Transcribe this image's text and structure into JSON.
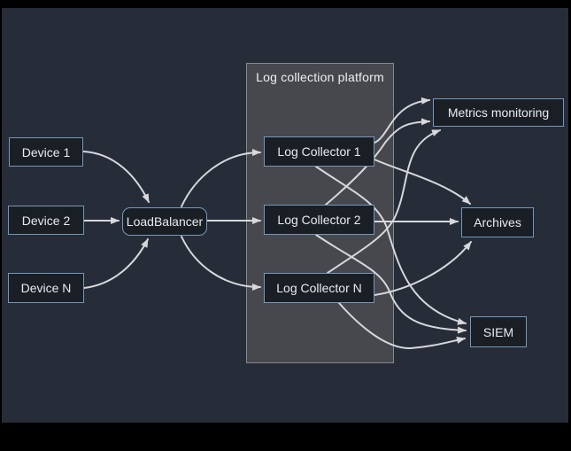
{
  "diagram": {
    "container_title": "Log collection platform",
    "nodes": {
      "device1": {
        "label": "Device 1"
      },
      "device2": {
        "label": "Device 2"
      },
      "deviceN": {
        "label": "Device N"
      },
      "loadbalancer": {
        "label": "LoadBalancer"
      },
      "collector1": {
        "label": "Log Collector 1"
      },
      "collector2": {
        "label": "Log Collector 2"
      },
      "collectorN": {
        "label": "Log Collector N"
      },
      "metrics": {
        "label": "Metrics monitoring"
      },
      "archives": {
        "label": "Archives"
      },
      "siem": {
        "label": "SIEM"
      }
    },
    "edges": [
      {
        "from": "Device 1",
        "to": "LoadBalancer"
      },
      {
        "from": "Device 2",
        "to": "LoadBalancer"
      },
      {
        "from": "Device N",
        "to": "LoadBalancer"
      },
      {
        "from": "LoadBalancer",
        "to": "Log Collector 1"
      },
      {
        "from": "LoadBalancer",
        "to": "Log Collector 2"
      },
      {
        "from": "LoadBalancer",
        "to": "Log Collector N"
      },
      {
        "from": "Log Collector 1",
        "to": "Metrics monitoring"
      },
      {
        "from": "Log Collector 2",
        "to": "Metrics monitoring"
      },
      {
        "from": "Log Collector N",
        "to": "Metrics monitoring"
      },
      {
        "from": "Log Collector 1",
        "to": "Archives"
      },
      {
        "from": "Log Collector 2",
        "to": "Archives"
      },
      {
        "from": "Log Collector N",
        "to": "Archives"
      },
      {
        "from": "Log Collector 1",
        "to": "SIEM"
      },
      {
        "from": "Log Collector 2",
        "to": "SIEM"
      },
      {
        "from": "Log Collector N",
        "to": "SIEM"
      }
    ],
    "colors": {
      "canvas_bg": "#272c39",
      "frame_bg": "#000000",
      "node_fill": "#1a1e25",
      "node_border": "#7498ba",
      "container_fill": "#46484d",
      "container_border": "#85888d",
      "edge": "#d6d8da",
      "text": "#e9ecef"
    }
  }
}
